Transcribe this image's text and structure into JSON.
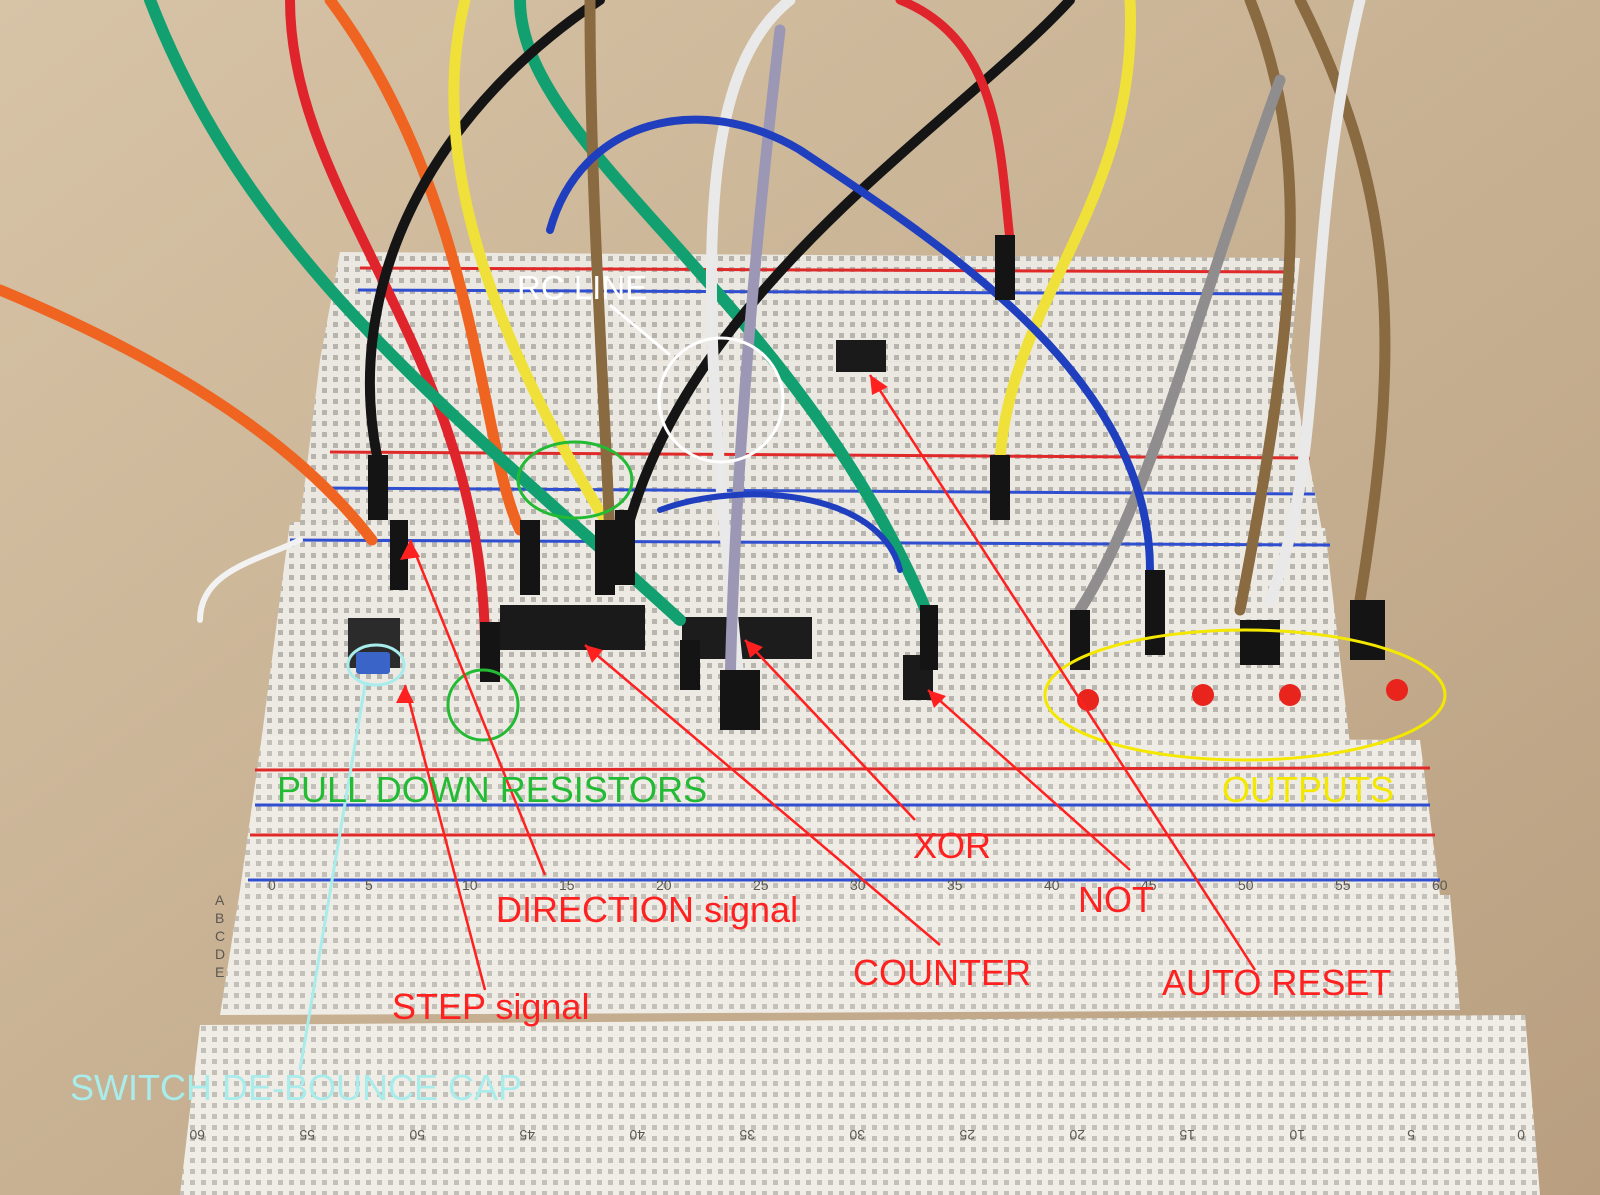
{
  "labels": {
    "rc_line": "RC LINE",
    "pull_down_resistors": "PULL DOWN RESISTORS",
    "outputs": "OUTPUTS",
    "xor": "XOR",
    "not": "NOT",
    "direction_signal": "DIRECTION signal",
    "counter": "COUNTER",
    "auto_reset": "AUTO RESET",
    "step_signal": "STEP signal",
    "switch_debounce_cap": "SWITCH DE-BOUNCE CAP"
  },
  "board": {
    "column_numbers_lower": [
      "0",
      "5",
      "10",
      "15",
      "20",
      "25",
      "30",
      "35",
      "40",
      "45",
      "50",
      "55",
      "60"
    ],
    "column_numbers_bottom": [
      "60",
      "55",
      "50",
      "45",
      "40",
      "35",
      "30",
      "25",
      "20",
      "15",
      "10",
      "5",
      "0"
    ],
    "row_letters": [
      "A",
      "B",
      "C",
      "D",
      "E"
    ]
  },
  "colors": {
    "annotation_red": "#ff2020",
    "annotation_green": "#22bb33",
    "annotation_yellow": "#f4e800",
    "annotation_white": "#ffffff",
    "annotation_cyan": "#a8ecec",
    "breadboard": "#efece6",
    "table": "#cdb79a",
    "rail_red": "#e02a2a",
    "rail_blue": "#2f4fd0"
  }
}
